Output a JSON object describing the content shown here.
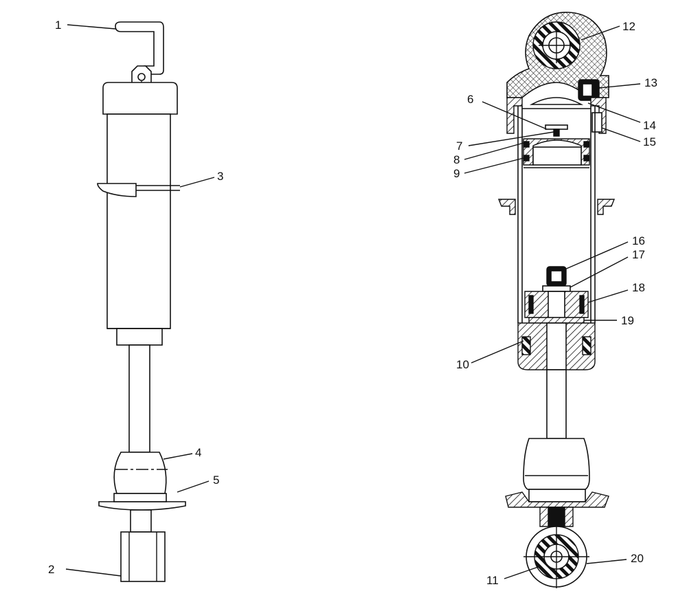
{
  "labels": {
    "l1": "1",
    "l2": "2",
    "l3": "3",
    "l4": "4",
    "l5": "5",
    "l6": "6",
    "l7": "7",
    "l8": "8",
    "l9": "9",
    "l10": "10",
    "l11": "11",
    "l12": "12",
    "l13": "13",
    "l14": "14",
    "l15": "15",
    "l16": "16",
    "l17": "17",
    "l18": "18",
    "l19": "19",
    "l20": "20"
  }
}
